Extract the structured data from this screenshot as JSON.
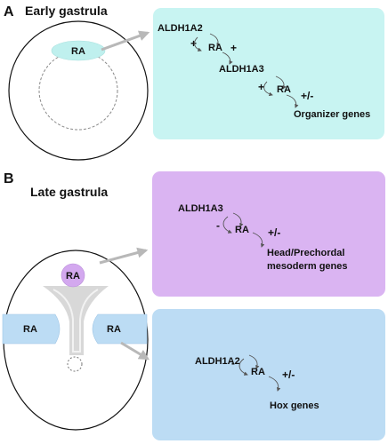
{
  "panel_a": {
    "letter": "A",
    "title": "Early gastrula",
    "embryo_ra": "RA",
    "box_color": "#c8f4f2",
    "steps": {
      "enzyme1": "ALDH1A2",
      "plus1": "+",
      "ra1": "RA",
      "plus2": "+",
      "enzyme2": "ALDH1A3",
      "plus3": "+",
      "ra2": "RA",
      "sign_out": "+/-",
      "target": "Organizer genes"
    }
  },
  "panel_b": {
    "letter": "B",
    "title": "Late gastrula",
    "embryo_ra_top": "RA",
    "embryo_ra_left": "RA",
    "embryo_ra_right": "RA",
    "top_box": {
      "color": "#dab4f2",
      "enzyme": "ALDH1A3",
      "minus": "-",
      "ra": "RA",
      "sign_out": "+/-",
      "target_line1": "Head/Prechordal",
      "target_line2": "mesoderm genes"
    },
    "bottom_box": {
      "color": "#bcdcf4",
      "enzyme": "ALDH1A2",
      "minus": "-",
      "ra": "RA",
      "sign_out": "+/-",
      "target": "Hox genes"
    }
  }
}
